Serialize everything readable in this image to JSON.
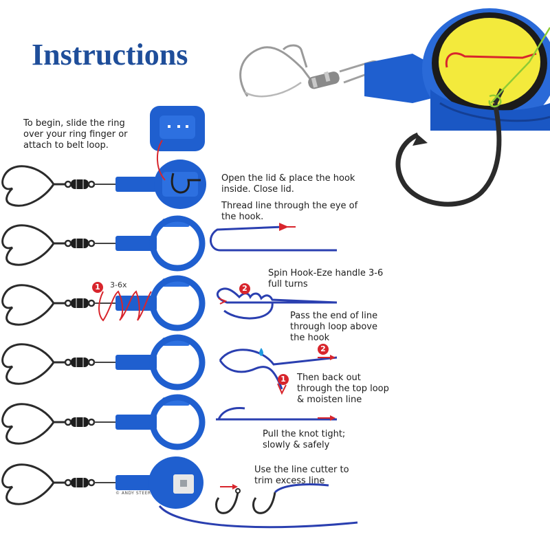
{
  "title": "Instructions",
  "colors": {
    "title": "#1f4e9a",
    "tool_blue": "#1f5fcf",
    "tool_dark": "#143f94",
    "line_blue": "#2a3fb0",
    "accent_red": "#d8252c",
    "lid_yellow": "#f3ea3c",
    "line_green": "#8ecb34",
    "drop_blue": "#1f9be0"
  },
  "photo": {
    "icons": [
      "snap-swivel-icon",
      "hook-eze-tool-icon",
      "circle-hook-icon"
    ]
  },
  "steps": [
    {
      "text": "To begin, slide the ring\nover your ring finger or\nattach to belt loop."
    },
    {
      "text": "Open the lid & place the hook\ninside. Close lid."
    },
    {
      "text": "Thread line through the eye of\nthe hook."
    },
    {
      "text": "Spin Hook-Eze handle 3-6\nfull turns"
    },
    {
      "text": "Pass the end of line\nthrough loop above\nthe hook"
    },
    {
      "text": "Then back out\nthrough the top loop\n& moisten  line"
    },
    {
      "text": "Pull the knot tight;\nslowly & safely"
    },
    {
      "text": "Use the line cutter to\ntrim excess line"
    }
  ],
  "markers": {
    "spin_count": "3-6x",
    "step_one": "1",
    "step_two": "2"
  },
  "credit": "© ANDY STEER"
}
